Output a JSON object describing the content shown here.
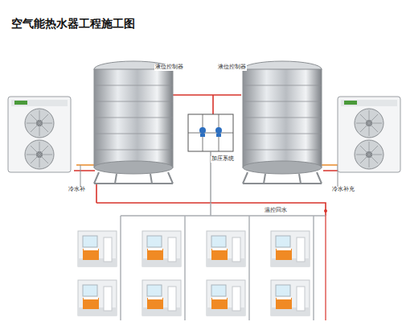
{
  "diagram": {
    "title": "空气能热水器工程施工图",
    "labels": [
      "液位控制器",
      "液位控制器",
      "加压系统",
      "冷水补",
      "冷水补充",
      "温控回水"
    ]
  }
}
